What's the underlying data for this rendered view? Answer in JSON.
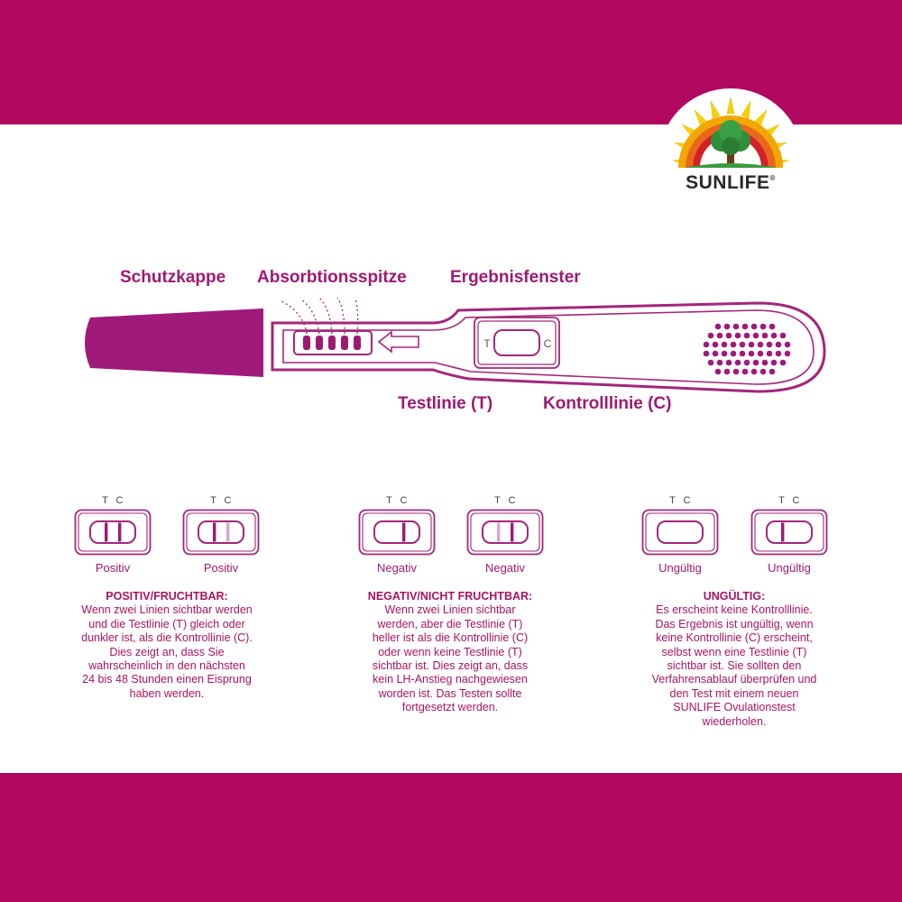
{
  "brand": {
    "name": "SUNLIFE",
    "mark": "®"
  },
  "colors": {
    "primary": "#b0075f",
    "accent": "#9e1a72",
    "line": "#a3277a",
    "faint": "#d9a6cc"
  },
  "labels": {
    "schutzkappe": "Schutzkappe",
    "absorptionsspitze": "Absorbtionsspitze",
    "ergebnisfenster": "Ergebnisfenster",
    "testlinie": "Testlinie (T)",
    "kontrolllinie": "Kontrolllinie (C)"
  },
  "window_letters": {
    "t": "T",
    "c": "C"
  },
  "results": [
    {
      "caption": "Positiv",
      "t": "strong",
      "c": "strong"
    },
    {
      "caption": "Positiv",
      "t": "strong",
      "c": "faint"
    },
    {
      "caption": "Negativ",
      "t": "none",
      "c": "strong"
    },
    {
      "caption": "Negativ",
      "t": "faint",
      "c": "strong"
    },
    {
      "caption": "Ungültig",
      "t": "none",
      "c": "none"
    },
    {
      "caption": "Ungültig",
      "t": "strong",
      "c": "none"
    }
  ],
  "descriptions": {
    "positiv": {
      "heading": "POSITIV/FRUCHTBAR:",
      "lines": [
        "Wenn zwei Linien sichtbar werden",
        "und die Testlinie (T) gleich oder",
        "dunkler ist, als die Kontrollinie (C).",
        "Dies zeigt an, dass Sie",
        "wahrscheinlich in den nächsten",
        "24 bis 48 Stunden einen Eisprung",
        "haben werden."
      ]
    },
    "negativ": {
      "heading": "NEGATIV/NICHT FRUCHTBAR:",
      "lines": [
        "Wenn zwei Linien sichtbar",
        "werden, aber die Testlinie (T)",
        "heller ist als die Kontrollinie (C)",
        "oder wenn keine Testlinie (T)",
        "sichtbar ist. Dies zeigt an, dass",
        "kein LH-Anstieg nachgewiesen",
        "worden ist. Das Testen sollte",
        "fortgesetzt werden."
      ]
    },
    "ungueltig": {
      "heading": "UNGÜLTIG:",
      "lines": [
        "Es erscheint keine Kontrolllinie.",
        "Das Ergebnis ist ungültig, wenn",
        "keine Kontrollinie (C) erscheint,",
        "selbst wenn eine Testlinie (T)",
        "sichtbar ist. Sie sollten den",
        "Verfahrensablauf überprüfen und",
        "den Test mit einem neuen",
        "SUNLIFE Ovulationstest",
        "wiederholen."
      ]
    }
  }
}
